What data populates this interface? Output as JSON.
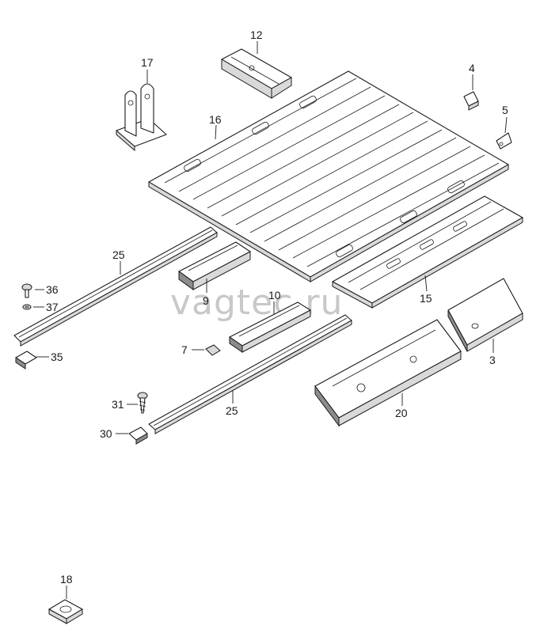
{
  "watermark": "vagtec.ru",
  "callouts": {
    "p3": "3",
    "p4": "4",
    "p5": "5",
    "p7": "7",
    "p9": "9",
    "p10": "10",
    "p12": "12",
    "p15": "15",
    "p16": "16",
    "p17": "17",
    "p18": "18",
    "p20": "20",
    "p25a": "25",
    "p25b": "25",
    "p30": "30",
    "p31": "31",
    "p35": "35",
    "p36": "36",
    "p37": "37"
  }
}
